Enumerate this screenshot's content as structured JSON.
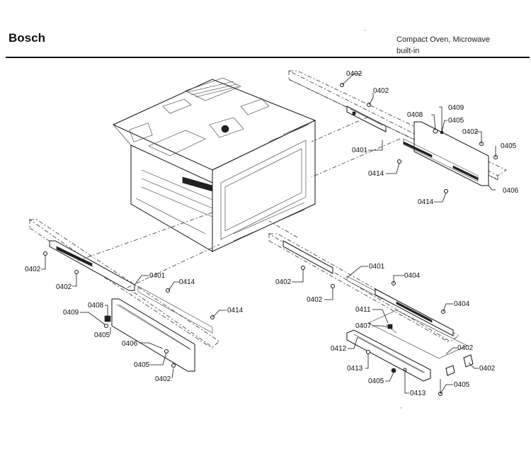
{
  "header": {
    "brand": "Bosch",
    "product_line1": "Compact Oven, Microwave",
    "product_line2": "built-in"
  },
  "callouts": [
    "0402",
    "0402",
    "0409",
    "0408",
    "0405",
    "0402",
    "0405",
    "0401",
    "0414",
    "0406",
    "0414",
    "0402",
    "0402",
    "0401",
    "0414",
    "0408",
    "0409",
    "0405",
    "0414",
    "0406",
    "0405",
    "0402",
    "0401",
    "0404",
    "0402",
    "0402",
    "0404",
    "0411",
    "0407",
    "0412",
    "0402",
    "0402",
    "0413",
    "0405",
    "0413",
    "0405"
  ]
}
